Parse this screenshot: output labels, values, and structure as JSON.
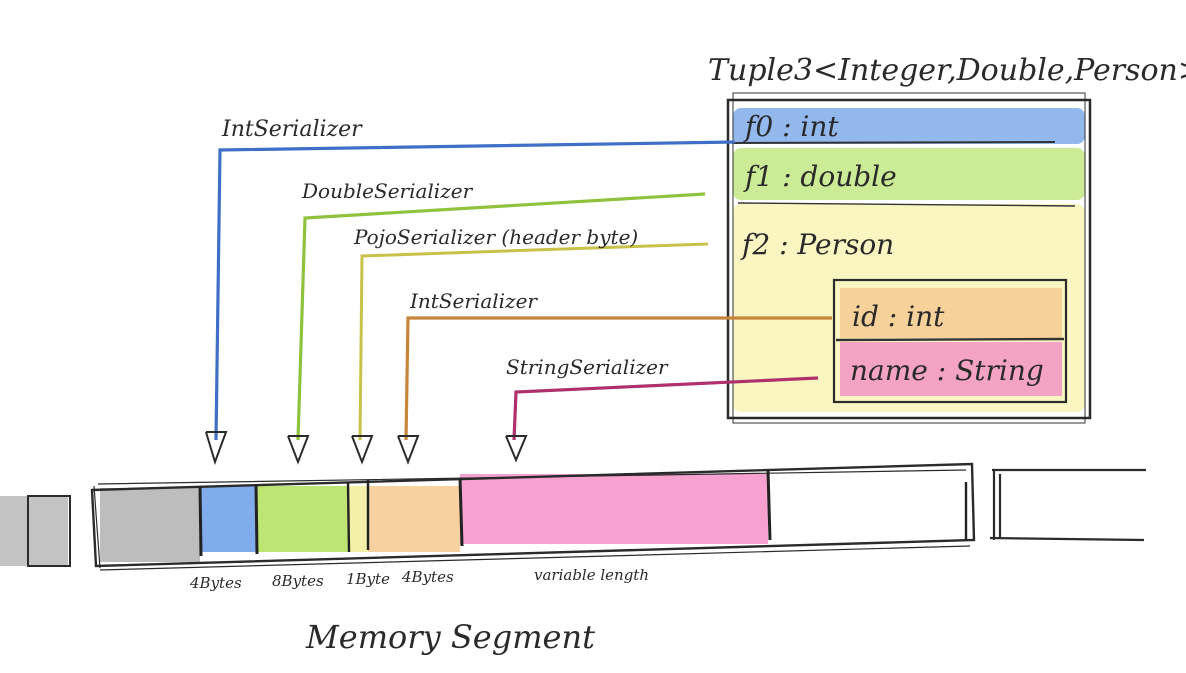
{
  "tuple": {
    "title": "Tuple3<Integer,Double,Person>",
    "fields": [
      {
        "label": "f0 : int",
        "color": "#6fa0e8"
      },
      {
        "label": "f1 : double",
        "color": "#b6e36b"
      },
      {
        "label": "f2 : Person",
        "color": "#f6f2a8"
      }
    ],
    "person_fields": [
      {
        "label": "id : int",
        "color": "#f5c890"
      },
      {
        "label": "name : String",
        "color": "#f48fc6"
      }
    ]
  },
  "serializers": [
    {
      "label": "IntSerializer",
      "color": "#3f6fc6"
    },
    {
      "label": "DoubleSerializer",
      "color": "#8fc23d"
    },
    {
      "label": "PojoSerializer (header byte)",
      "color": "#c9c24a"
    },
    {
      "label": "IntSerializer",
      "color": "#c7853a"
    },
    {
      "label": "StringSerializer",
      "color": "#b0306e"
    }
  ],
  "memory": {
    "caption": "Memory Segment",
    "segments": [
      {
        "size": "4Bytes",
        "color": "#7aa8ea"
      },
      {
        "size": "8Bytes",
        "color": "#b9e46b"
      },
      {
        "size": "1Byte",
        "color": "#f3efa2"
      },
      {
        "size": "4Bytes",
        "color": "#f7cf9a"
      },
      {
        "size": "variable length",
        "color": "#f59ccd"
      }
    ],
    "used_color": "#bdbdbd"
  }
}
